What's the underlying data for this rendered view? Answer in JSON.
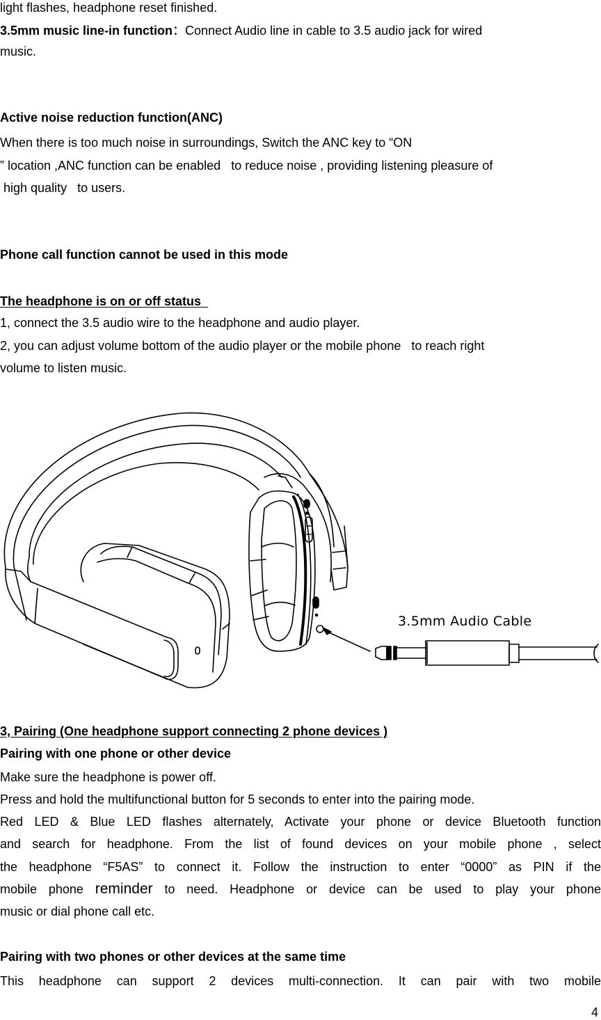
{
  "section_reset": {
    "tail": "light flashes, headphone reset finished."
  },
  "line_in": {
    "label": "3.5mm music line-in function",
    "separator": "：",
    "text_line1": "Connect Audio line in cable to 3.5 audio jack for wired",
    "text_line2": "music."
  },
  "anc": {
    "heading": "Active noise reduction function(ANC)",
    "line1": "When there is too much noise in surroundings, Switch the ANC key to “ON",
    "line2": "” location ,ANC function can be enabled   to reduce noise , providing listening pleasure of",
    "line3": " high quality   to users."
  },
  "phone_call_note": "Phone call function cannot be used in this mode",
  "on_off": {
    "heading": "The headphone is on or off status  ",
    "step1": "1, connect the 3.5 audio wire to the headphone and audio player.",
    "step2_line1": "2, you can adjust volume bottom of the audio player or the mobile phone   to reach right",
    "step2_line2": "volume to listen music."
  },
  "figure": {
    "caption": "3.5mm Audio Cable",
    "description": "Line drawing of over-ear headphones with a 3.5mm audio cable plugged into the right ear cup"
  },
  "pairing": {
    "heading": "3, Pairing (One headphone support connecting 2 phone devices )",
    "one_device": {
      "heading": "Pairing with one phone or other device",
      "line1": "Make sure the headphone is power off.",
      "line2": "Press and hold the multifunctional button for 5 seconds to enter into the pairing mode.",
      "line3": "Red LED & Blue LED flashes alternately, Activate your phone or device Bluetooth function",
      "line4": "and search for headphone. From the list of found devices on your mobile phone , select",
      "line5": "the headphone “F5AS” to connect it. Follow the instruction to enter “0000” as PIN if the",
      "line6_a": "mobile phone ",
      "line6_b": "reminder",
      "line6_c": " to need. Headphone or device can be used to play your phone",
      "line7": "music or dial phone call etc."
    },
    "two_devices": {
      "heading": "Pairing with two phones or other devices at the same time",
      "line1": "This headphone can support 2 devices multi-connection. It can pair with two mobile"
    }
  },
  "page_number": "4"
}
